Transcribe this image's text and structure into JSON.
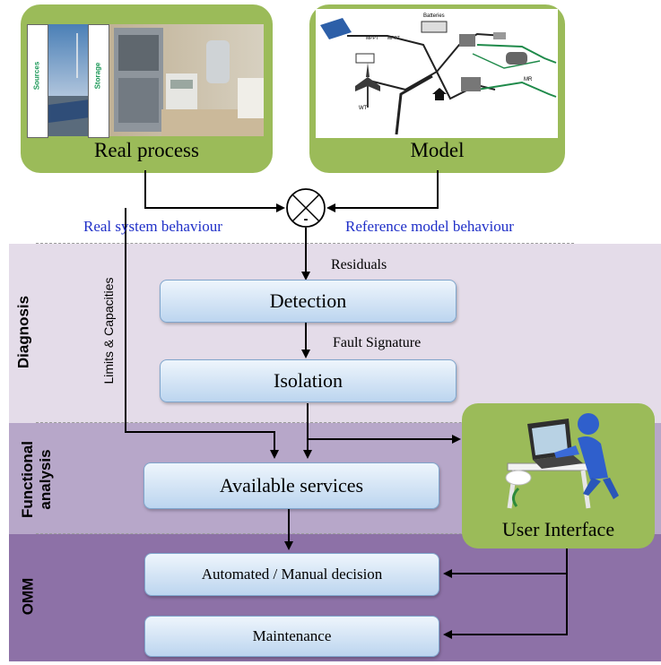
{
  "zones": {
    "diagnosis": "Diagnosis",
    "functional_analysis_line1": "Functional",
    "functional_analysis_line2": "analysis",
    "omm": "OMM"
  },
  "top_boxes": {
    "real_process": "Real process",
    "model": "Model"
  },
  "photo_labels": {
    "sources": "Sources",
    "storage": "Storage"
  },
  "model_schematic_labels": {
    "batteries": "Batteries",
    "mppt1": "MPPT",
    "mppt2": "MPPT",
    "wt": "WT",
    "mr": "MR"
  },
  "comparator": {
    "sign": "-"
  },
  "signals": {
    "real_behaviour": "Real system behaviour",
    "reference_behaviour": "Reference model behaviour",
    "residuals": "Residuals",
    "fault_signature": "Fault Signature",
    "limits": "Limits & Capacities"
  },
  "blocks": {
    "detection": "Detection",
    "isolation": "Isolation",
    "available_services": "Available services",
    "decision": "Automated / Manual decision",
    "maintenance": "Maintenance"
  },
  "user_interface": "User Interface",
  "colors": {
    "green": "#9bbb59",
    "diagnosis_band": "#e4dce9",
    "functional_band": "#b7a7c9",
    "omm_band": "#8d71a7",
    "signal_text": "#2030c8"
  }
}
